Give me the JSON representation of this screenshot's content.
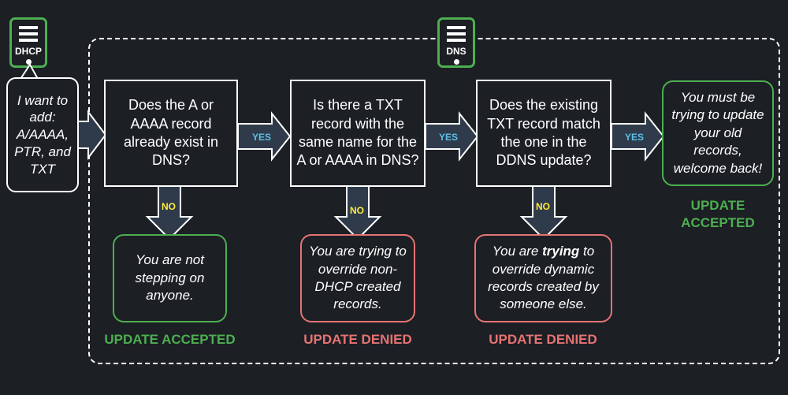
{
  "servers": {
    "dhcp_label": "DHCP",
    "dns_label": "DNS"
  },
  "bubble_text": "I want to add: A/AAAA, PTR, and TXT",
  "questions": [
    "Does the A or AAAA record already exist in DNS?",
    "Is there a TXT record with the same name for the A or AAAA in DNS?",
    "Does the existing TXT record match the one in the DDNS update?"
  ],
  "yes_labels": [
    "YES",
    "YES",
    "YES"
  ],
  "no_labels": [
    "NO",
    "NO",
    "NO"
  ],
  "results": {
    "final": "You must be trying to update your old records, welcome back!",
    "q1": "You are not stepping on anyone.",
    "q2": "You are trying to override non-DHCP created records.",
    "q3_pre": "You are ",
    "q3_bold": "trying",
    "q3_post": " to override dynamic records created by someone else."
  },
  "statuses": {
    "final": "UPDATE ACCEPTED",
    "q1": "UPDATE ACCEPTED",
    "q2": "UPDATE DENIED",
    "q3": "UPDATE DENIED"
  },
  "colors": {
    "accept": "#4caf50",
    "deny": "#e57373",
    "yes": "#5bc0eb",
    "no": "#ffeb3b",
    "arrow_fill": "#2f3b4a"
  }
}
